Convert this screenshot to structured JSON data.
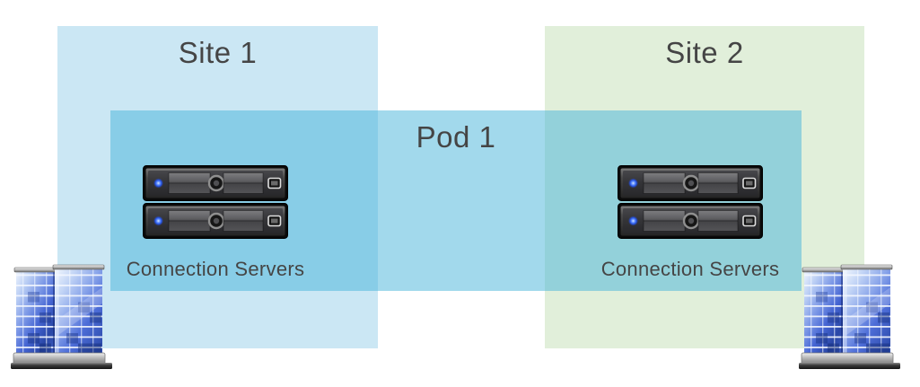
{
  "pod": {
    "label": "Pod 1",
    "fill": "rgba(70,180,218,0.5)"
  },
  "sites": [
    {
      "label": "Site 1",
      "fill": "#cbe7f4",
      "group_label": "Connection Servers",
      "server_count": 2
    },
    {
      "label": "Site 2",
      "fill": "#e1efda",
      "group_label": "Connection Servers",
      "server_count": 2
    }
  ],
  "icons": {
    "server": "rack-server-icon",
    "building": "office-building-icon"
  },
  "colors": {
    "text": "#454545",
    "canvas_background": "#ffffff"
  }
}
